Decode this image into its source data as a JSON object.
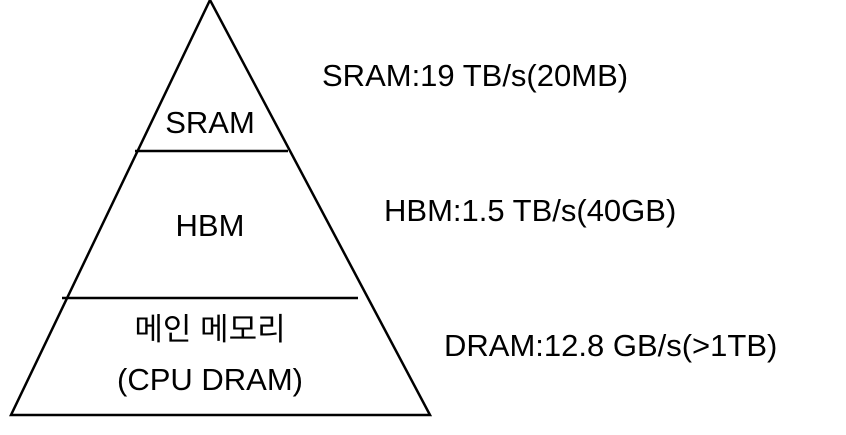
{
  "pyramid": {
    "tiers": [
      {
        "line1": "SRAM"
      },
      {
        "line1": "HBM"
      },
      {
        "line1": "메인 메모리",
        "line2": "(CPU DRAM)"
      }
    ]
  },
  "annotations": [
    "SRAM:19 TB/s(20MB)",
    "HBM:1.5 TB/s(40GB)",
    "DRAM:12.8 GB/s(>1TB)"
  ],
  "colors": {
    "stroke": "#000000",
    "background": "#ffffff",
    "text": "#000000"
  }
}
